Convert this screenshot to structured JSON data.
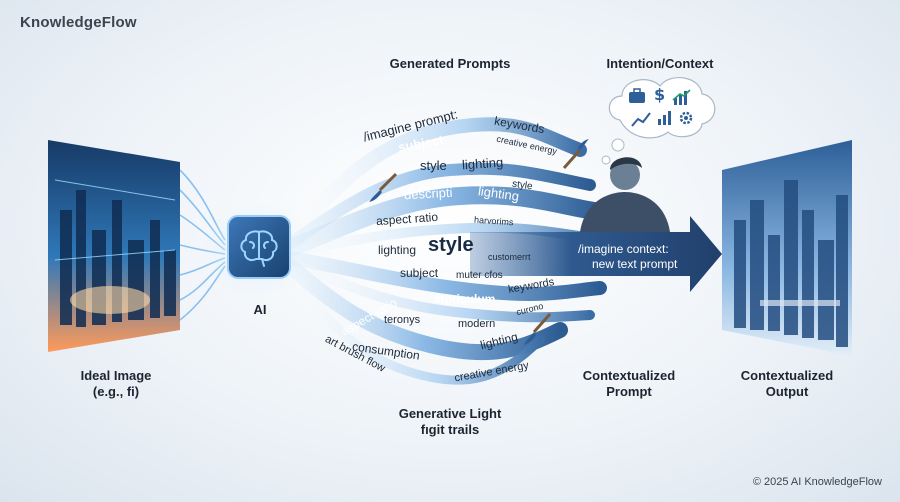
{
  "brand": "KnowledgeFlow",
  "headers": {
    "generated_prompts": "Generated Prompts",
    "intention_context": "Intention/Context"
  },
  "nodes": {
    "ai_label": "AI",
    "input_line1": "Ideal Image",
    "input_line2": "(e.g., fi)",
    "contextualized_prompt_line1": "Contextualized",
    "contextualized_prompt_line2": "Prompt",
    "output_line1": "Contextualized",
    "output_line2": "Output",
    "trails_line1": "Generative Light",
    "trails_line2": "fıgit trails"
  },
  "arrow": {
    "line1": "/imagine context:",
    "line2": "new text prompt"
  },
  "words": {
    "imagine_prompt": "/imagine prompt:",
    "subject": "subject",
    "keywords": "keywords",
    "creative_energy": "creative energy",
    "style": "style",
    "lighting": "lighting",
    "style_small": "style",
    "description": "descripti",
    "lighting_blue": "lighting",
    "aspect_ratio": "aspect ratio",
    "harvorims": "harvorims",
    "lighting_left": "lighting",
    "style_big": "style",
    "customerrt": "customerrt",
    "subject_2": "subject",
    "muter_cfos": "muter cfos",
    "keywords_2": "keywords",
    "atpriculum": "atpriculum",
    "curono": "curono",
    "teronys": "teronys",
    "modern": "modern",
    "aspect_ratio_2": "aspect ratio",
    "lighting_2": "lighting",
    "consumption": "consumption",
    "art_brush_flow": "art brush flow",
    "creative_energy_2": "creative energy"
  },
  "copyright": "© 2025 AI KnowledgeFlow",
  "icons": [
    "brain-icon",
    "briefcase-icon",
    "dollar-icon",
    "chart-icon",
    "gear-icon",
    "paintbrush-icon",
    "person-icon"
  ],
  "colors": {
    "accent_blue": "#2b5f9e",
    "ribbon_light": "#9cc8ef",
    "ribbon_dark": "#2e5d94",
    "arrow_fill": "#27497a"
  }
}
